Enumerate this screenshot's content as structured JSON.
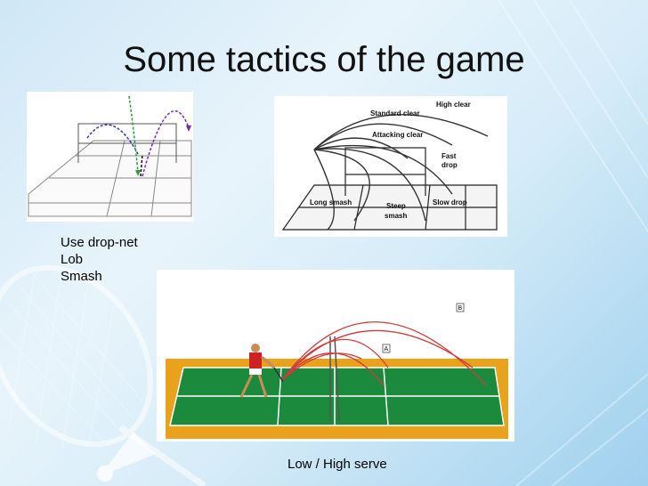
{
  "slide": {
    "title": "Some tactics of the game",
    "tactics": [
      "Use drop-net",
      "Lob",
      "Smash"
    ],
    "caption": "Low / High serve"
  },
  "shots_diagram": {
    "labels": {
      "high_clear": "High clear",
      "standard_clear": "Standard clear",
      "attacking_clear": "Attacking clear",
      "fast_drop_line1": "Fast",
      "fast_drop_line2": "drop",
      "long_smash": "Long smash",
      "steep_smash_line1": "Steep",
      "steep_smash_line2": "smash",
      "slow_drop": "Slow drop"
    }
  },
  "serve_photo": {
    "markers": {
      "a": "A",
      "b": "B"
    }
  },
  "colors": {
    "court_green": "#1c8a3c",
    "court_surround": "#e9a21c",
    "trajectory_red": "#d23a3a",
    "trajectory_blue": "#2a3aa8",
    "trajectory_green": "#2e9a3a",
    "trajectory_purple": "#7a2aa8"
  }
}
